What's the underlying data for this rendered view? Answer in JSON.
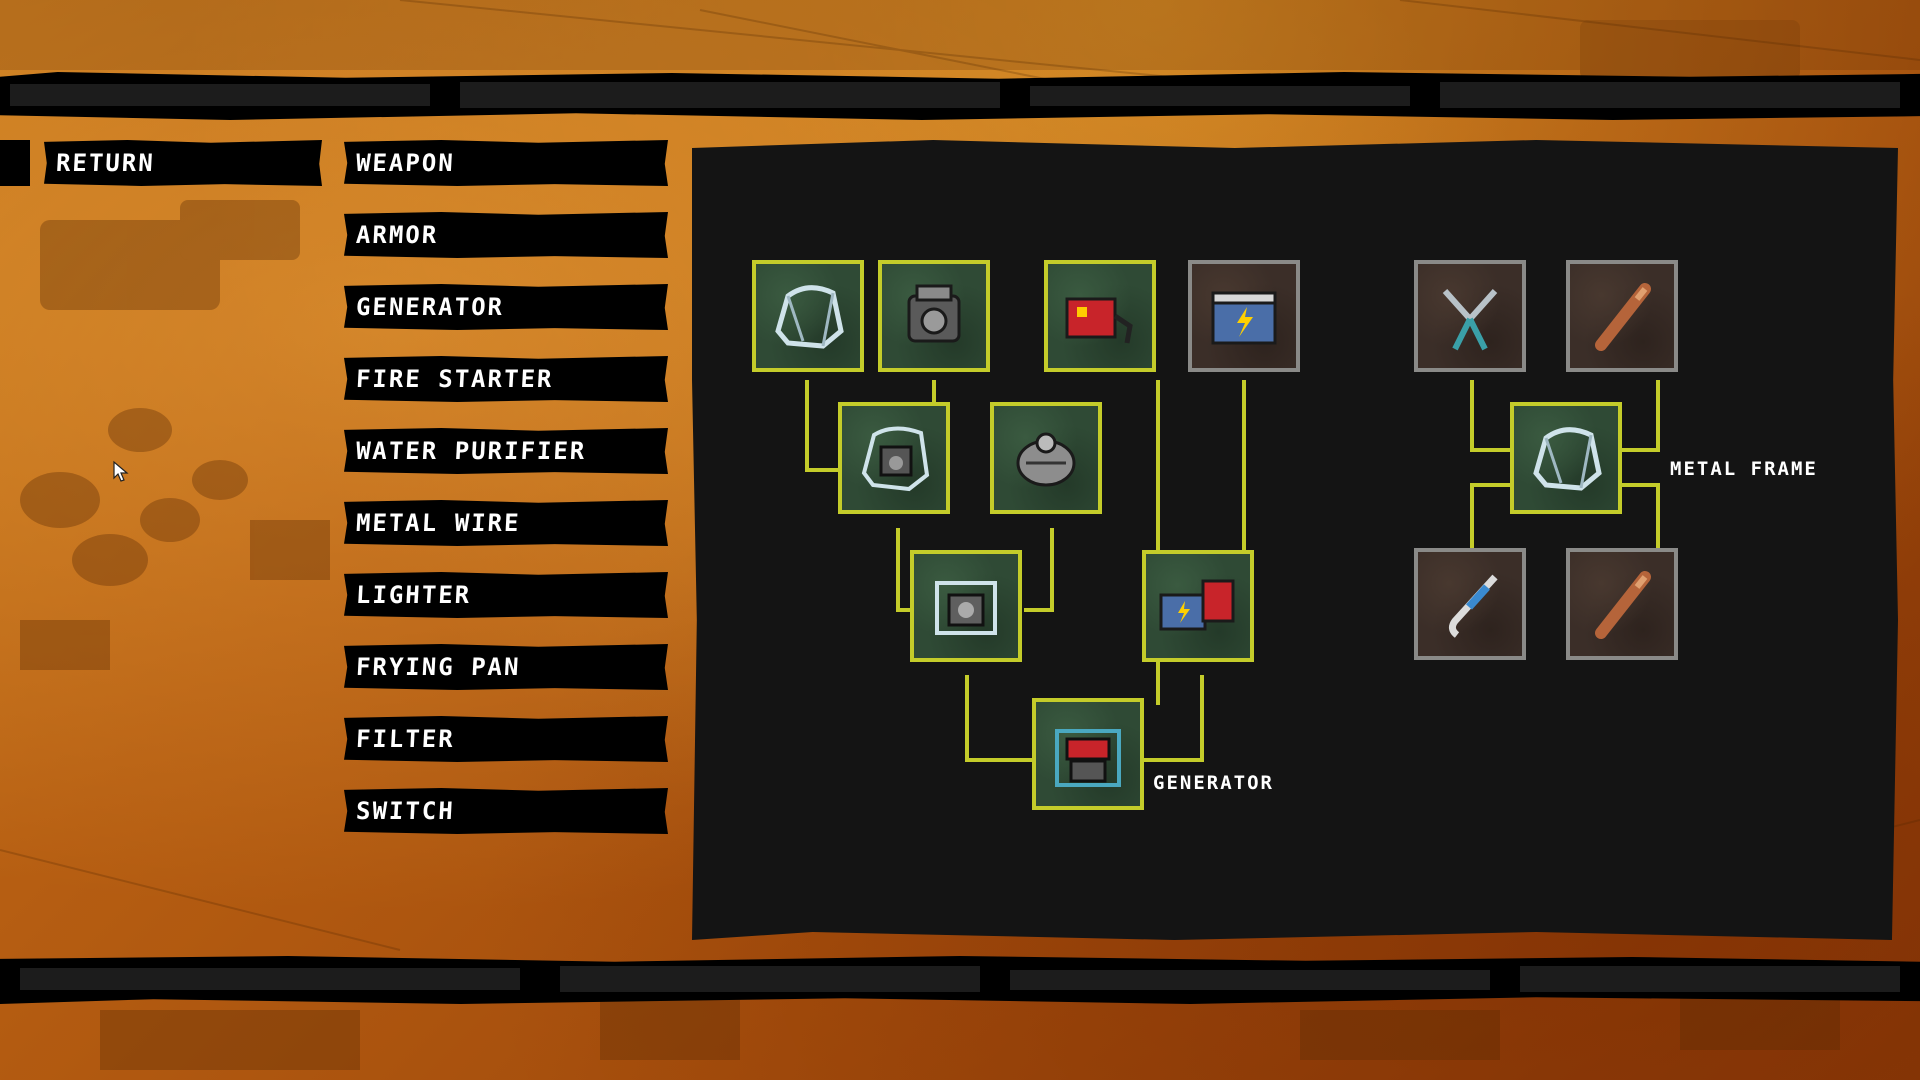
{
  "banner_top": {
    "text": ""
  },
  "banner_bottom": {
    "text": ""
  },
  "return_label": "RETURN",
  "menu": [
    {
      "label": "WEAPON"
    },
    {
      "label": "ARMOR"
    },
    {
      "label": "GENERATOR"
    },
    {
      "label": "FIRE STARTER"
    },
    {
      "label": "WATER PURIFIER"
    },
    {
      "label": "METAL WIRE"
    },
    {
      "label": "LIGHTER"
    },
    {
      "label": "FRYING PAN"
    },
    {
      "label": "FILTER"
    },
    {
      "label": "SWITCH"
    }
  ],
  "trees": {
    "generator": {
      "label": "GENERATOR",
      "items": [
        {
          "icon": "metal-frame-icon",
          "state": "owned"
        },
        {
          "icon": "engine-icon",
          "state": "owned"
        },
        {
          "icon": "red-motor-icon",
          "state": "owned"
        },
        {
          "icon": "battery-icon",
          "state": "missing"
        },
        {
          "icon": "frame-engine-icon",
          "state": "owned"
        },
        {
          "icon": "alternator-icon",
          "state": "owned"
        },
        {
          "icon": "framed-engine-icon",
          "state": "owned"
        },
        {
          "icon": "battery-motor-icon",
          "state": "owned"
        },
        {
          "icon": "generator-icon",
          "state": "owned"
        }
      ]
    },
    "metal_frame": {
      "label": "METAL FRAME",
      "items": [
        {
          "icon": "bolt-cutter-icon",
          "state": "missing"
        },
        {
          "icon": "metal-pipe-icon",
          "state": "missing"
        },
        {
          "icon": "metal-frame-icon",
          "state": "owned"
        },
        {
          "icon": "crowbar-icon",
          "state": "missing"
        },
        {
          "icon": "metal-pipe-icon",
          "state": "missing"
        }
      ]
    }
  },
  "colors": {
    "accent": "#c4cc2a",
    "panel": "#141414",
    "missing_border": "#8a8a88"
  }
}
